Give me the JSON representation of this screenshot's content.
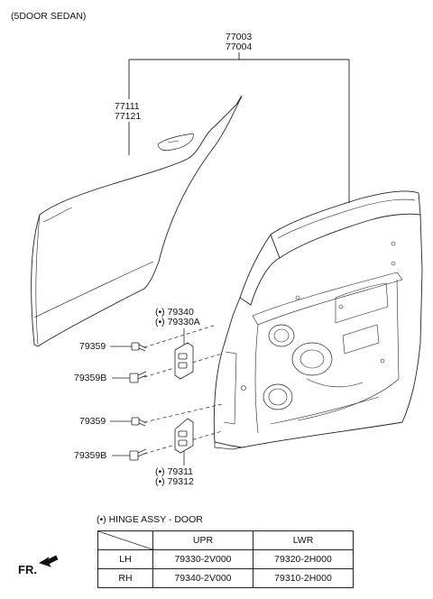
{
  "header": {
    "model": "(5DOOR SEDAN)"
  },
  "parts": {
    "door_assy": [
      "77003",
      "77004"
    ],
    "panel": [
      "77111",
      "77121"
    ],
    "hinge_upr": [
      "(•) 79340",
      "(•) 79330A"
    ],
    "hinge_lwr": [
      "(•) 79311",
      "(•) 79312"
    ],
    "bolt_1": "79359",
    "bolt_2": "79359B",
    "bolt_3": "79359",
    "bolt_4": "79359B"
  },
  "note": "(•) HINGE ASSY - DOOR",
  "table": {
    "headers": [
      "",
      "UPR",
      "LWR"
    ],
    "rows": [
      [
        "LH",
        "79330-2V000",
        "79320-2H000"
      ],
      [
        "RH",
        "79340-2V000",
        "79310-2H000"
      ]
    ]
  },
  "fr_label": "FR."
}
